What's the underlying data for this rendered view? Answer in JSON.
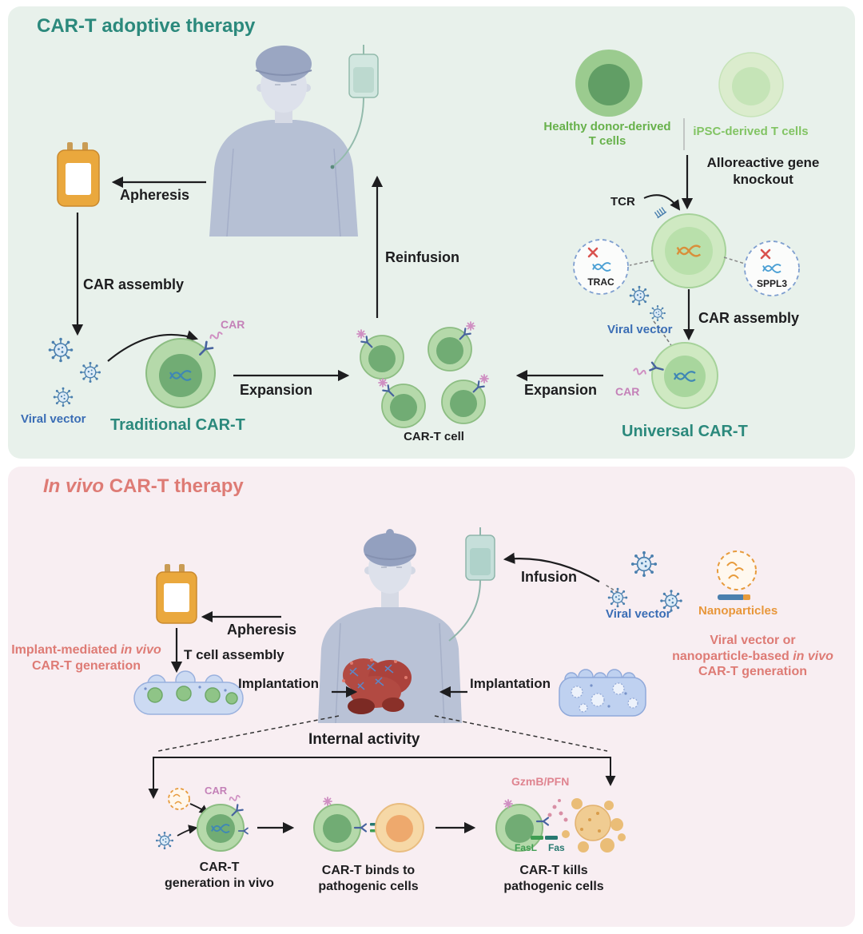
{
  "colors": {
    "teal_heading": "#2b897c",
    "salmon_heading": "#de7b75",
    "viral_vector_blue": "#3a6db5",
    "car_pink": "#c481b8",
    "nanoparticle_orange": "#e8973b",
    "tcell_green": "#67b14b"
  },
  "adoptive": {
    "title": "CAR-T adoptive therapy",
    "apheresis": "Apheresis",
    "car_assembly": "CAR assembly",
    "viral_vector": "Viral vector",
    "traditional_cart": "Traditional CAR-T",
    "car": "CAR",
    "expansion_left": "Expansion",
    "cart_cell": "CAR-T cell",
    "reinfusion": "Reinfusion",
    "healthy_donor_lines": [
      "Healthy donor-derived",
      "T cells"
    ],
    "ipsc": "iPSC-derived T cells",
    "alloreactive_lines": [
      "Alloreactive gene",
      "knockout"
    ],
    "tcr": "TCR",
    "trac": "TRAC",
    "sppl3": "SPPL3",
    "viral_vector_right": "Viral vector",
    "car_assembly_right": "CAR assembly",
    "car_right": "CAR",
    "universal_cart": "Universal CAR-T",
    "expansion_right": "Expansion"
  },
  "invivo": {
    "title_italic": "In vivo",
    "title_rest": " CAR-T therapy",
    "infusion": "Infusion",
    "viral_vector": "Viral vector",
    "nanoparticles": "Nanoparticles",
    "right_caption_pre": "Viral vector or nanoparticle-based ",
    "right_caption_italic": "in vivo",
    "right_caption_post": " CAR-T generation",
    "apheresis": "Apheresis",
    "t_cell_assembly": "T cell assembly",
    "left_caption_pre": "Implant-mediated ",
    "left_caption_italic": "in vivo",
    "left_caption_post": " CAR-T generation",
    "implantation_left": "Implantation",
    "implantation_right": "Implantation",
    "internal_activity": "Internal activity",
    "car": "CAR",
    "gzmb_pfn": "GzmB/PFN",
    "fasl": "FasL",
    "fas": "Fas",
    "stage1_lines": [
      "CAR-T",
      "generation in vivo"
    ],
    "stage2_lines": [
      "CAR-T binds to",
      "pathogenic cells"
    ],
    "stage3_lines": [
      "CAR-T kills",
      "pathogenic cells"
    ]
  }
}
